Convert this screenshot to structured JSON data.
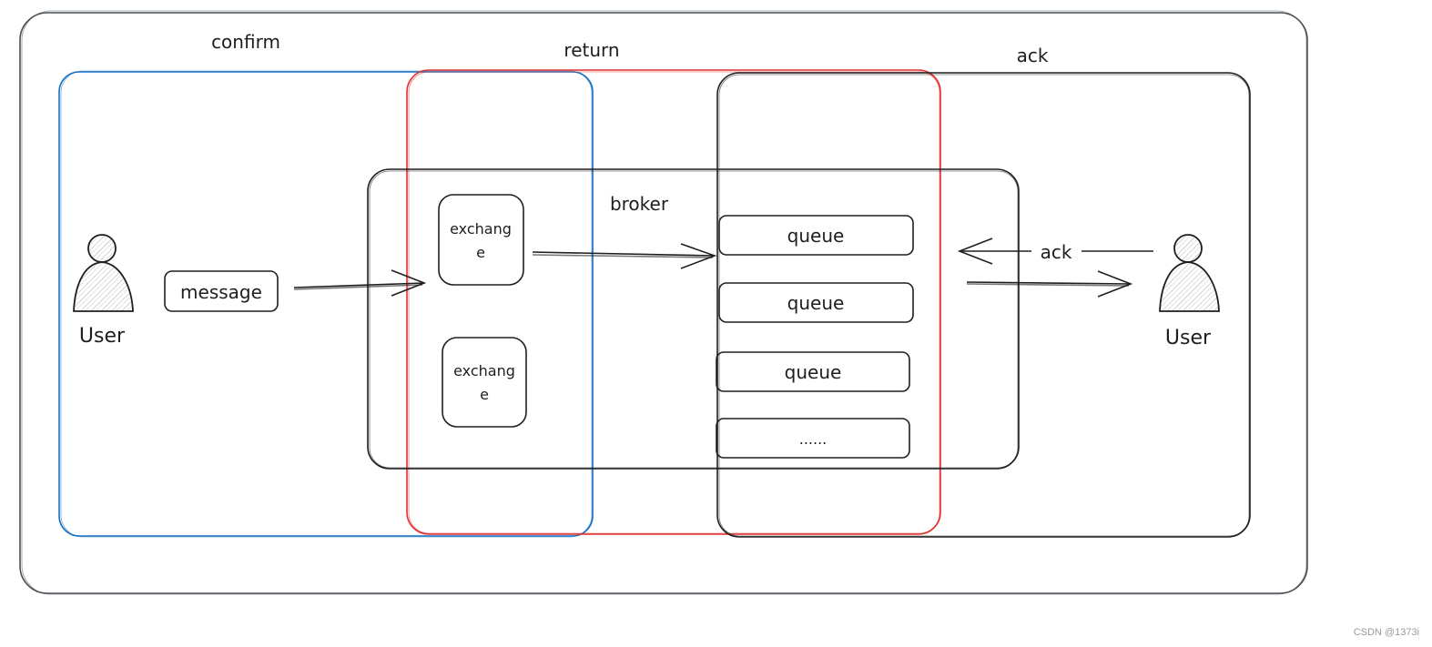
{
  "labels": {
    "confirm": "confirm",
    "return": "return",
    "ack_top": "ack",
    "broker": "broker",
    "message": "message",
    "exchange_1_line1": "exchang",
    "exchange_1_line2": "e",
    "exchange_2_line1": "exchang",
    "exchange_2_line2": "e",
    "queue_1": "queue",
    "queue_2": "queue",
    "queue_3": "queue",
    "queue_more": "......",
    "ack_arrow": "ack",
    "user_left": "User",
    "user_right": "User"
  },
  "colors": {
    "stroke": "#1e1e1e",
    "confirm_region": "#1971c2",
    "return_region": "#e03131",
    "outer_frame": "#495057",
    "user_fill": "#ced4da"
  },
  "watermark": "CSDN @1373i"
}
